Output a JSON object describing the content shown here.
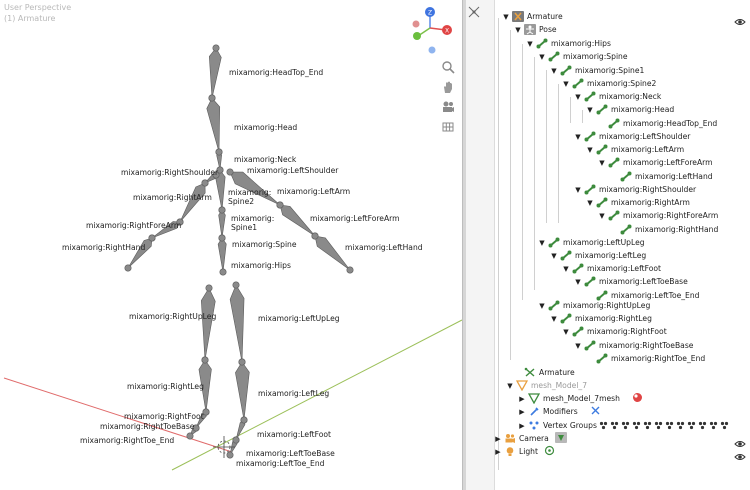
{
  "viewport": {
    "title_line1": "User Perspective",
    "title_line2": "(1) Armature",
    "tools": [
      "zoom-icon",
      "hand-icon",
      "camera-icon",
      "grid-icon"
    ],
    "bone_labels": [
      {
        "id": "headtop",
        "text": "mixamorig:HeadTop_End"
      },
      {
        "id": "head",
        "text": "mixamorig:Head"
      },
      {
        "id": "neck",
        "text": "mixamorig:Neck"
      },
      {
        "id": "lshoulder",
        "text": "mixamorig:LeftShoulder"
      },
      {
        "id": "rshoulder",
        "text": "mixamorig:RightShoulder"
      },
      {
        "id": "spine2",
        "text": "mixamorig:\nSpine2"
      },
      {
        "id": "larm",
        "text": "mixamorig:LeftArm"
      },
      {
        "id": "rarm",
        "text": "mixamorig:RightArm"
      },
      {
        "id": "spine1",
        "text": "mixamorig:\nSpine1"
      },
      {
        "id": "lforearm",
        "text": "mixamorig:LeftForeArm"
      },
      {
        "id": "rforearm",
        "text": "mixamorig:RightForeArm"
      },
      {
        "id": "spine",
        "text": "mixamorig:Spine"
      },
      {
        "id": "lhand",
        "text": "mixamorig:LeftHand"
      },
      {
        "id": "rhand",
        "text": "mixamorig:RightHand"
      },
      {
        "id": "hips",
        "text": "mixamorig:Hips"
      },
      {
        "id": "rupleg",
        "text": "mixamorig:RightUpLeg"
      },
      {
        "id": "lupleg",
        "text": "mixamorig:LeftUpLeg"
      },
      {
        "id": "rleg",
        "text": "mixamorig:RightLeg"
      },
      {
        "id": "lleg",
        "text": "mixamorig:LeftLeg"
      },
      {
        "id": "rfoot",
        "text": "mixamorig:RightFoot"
      },
      {
        "id": "rtoebase",
        "text": "mixamorig:RightToeBase"
      },
      {
        "id": "lfoot",
        "text": "mixamorig:LeftFoot"
      },
      {
        "id": "rtoeend",
        "text": "mixamorig:RightToe_End"
      },
      {
        "id": "ltoebase",
        "text": "mixamorig:LeftToeBase"
      },
      {
        "id": "ltoeend",
        "text": "mixamorig:LeftToe_End"
      }
    ],
    "colors": {
      "bone": "#8a8a8a",
      "bone_edge": "#5a5a5a",
      "x_axis": "#e06b6b",
      "y_axis": "#9cc05a"
    }
  },
  "outliner": {
    "rows": [
      {
        "id": "armature",
        "label": "Armature",
        "arrow": "▼",
        "icon": "armature-object-icon"
      },
      {
        "id": "pose",
        "label": "Pose",
        "arrow": "▼",
        "icon": "pose-icon"
      },
      {
        "id": "hips",
        "label": "mixamorig:Hips",
        "arrow": "▼",
        "icon": "bone-icon"
      },
      {
        "id": "spine",
        "label": "mixamorig:Spine",
        "arrow": "▼",
        "icon": "bone-icon"
      },
      {
        "id": "spine1",
        "label": "mixamorig:Spine1",
        "arrow": "▼",
        "icon": "bone-icon"
      },
      {
        "id": "spine2",
        "label": "mixamorig:Spine2",
        "arrow": "▼",
        "icon": "bone-icon"
      },
      {
        "id": "neck",
        "label": "mixamorig:Neck",
        "arrow": "▼",
        "icon": "bone-icon"
      },
      {
        "id": "head",
        "label": "mixamorig:Head",
        "arrow": "▼",
        "icon": "bone-icon"
      },
      {
        "id": "headtop",
        "label": "mixamorig:HeadTop_End",
        "arrow": "",
        "icon": "bone-icon"
      },
      {
        "id": "lshoulder",
        "label": "mixamorig:LeftShoulder",
        "arrow": "▼",
        "icon": "bone-icon"
      },
      {
        "id": "larm",
        "label": "mixamorig:LeftArm",
        "arrow": "▼",
        "icon": "bone-icon"
      },
      {
        "id": "lforearm",
        "label": "mixamorig:LeftForeArm",
        "arrow": "▼",
        "icon": "bone-icon"
      },
      {
        "id": "lhand",
        "label": "mixamorig:LeftHand",
        "arrow": "",
        "icon": "bone-icon"
      },
      {
        "id": "rshoulder",
        "label": "mixamorig:RightShoulder",
        "arrow": "▼",
        "icon": "bone-icon"
      },
      {
        "id": "rarm",
        "label": "mixamorig:RightArm",
        "arrow": "▼",
        "icon": "bone-icon"
      },
      {
        "id": "rforearm",
        "label": "mixamorig:RightForeArm",
        "arrow": "▼",
        "icon": "bone-icon"
      },
      {
        "id": "rhand",
        "label": "mixamorig:RightHand",
        "arrow": "",
        "icon": "bone-icon"
      },
      {
        "id": "lupleg",
        "label": "mixamorig:LeftUpLeg",
        "arrow": "▼",
        "icon": "bone-icon"
      },
      {
        "id": "lleg",
        "label": "mixamorig:LeftLeg",
        "arrow": "▼",
        "icon": "bone-icon"
      },
      {
        "id": "lfoot",
        "label": "mixamorig:LeftFoot",
        "arrow": "▼",
        "icon": "bone-icon"
      },
      {
        "id": "ltoebase",
        "label": "mixamorig:LeftToeBase",
        "arrow": "▼",
        "icon": "bone-icon"
      },
      {
        "id": "ltoeend",
        "label": "mixamorig:LeftToe_End",
        "arrow": "",
        "icon": "bone-icon"
      },
      {
        "id": "rupleg",
        "label": "mixamorig:RightUpLeg",
        "arrow": "▼",
        "icon": "bone-icon"
      },
      {
        "id": "rleg",
        "label": "mixamorig:RightLeg",
        "arrow": "▼",
        "icon": "bone-icon"
      },
      {
        "id": "rfoot",
        "label": "mixamorig:RightFoot",
        "arrow": "▼",
        "icon": "bone-icon"
      },
      {
        "id": "rtoebase",
        "label": "mixamorig:RightToeBase",
        "arrow": "▼",
        "icon": "bone-icon"
      },
      {
        "id": "rtoeend",
        "label": "mixamorig:RightToe_End",
        "arrow": "",
        "icon": "bone-icon"
      },
      {
        "id": "armature-data",
        "label": "Armature",
        "arrow": "",
        "icon": "armature-data-icon"
      },
      {
        "id": "mesh",
        "label": "mesh_Model_7",
        "arrow": "▼",
        "icon": "mesh-object-icon",
        "dim": true
      },
      {
        "id": "mesh-data",
        "label": "mesh_Model_7mesh",
        "arrow": "▶",
        "icon": "mesh-data-icon"
      },
      {
        "id": "modifiers",
        "label": "Modifiers",
        "arrow": "▶",
        "icon": "modifier-icon"
      },
      {
        "id": "vertex-groups",
        "label": "Vertex Groups",
        "arrow": "▶",
        "icon": "vertex-groups-icon"
      },
      {
        "id": "camera",
        "label": "Camera",
        "arrow": "▶",
        "icon": "camera-object-icon"
      },
      {
        "id": "light",
        "label": "Light",
        "arrow": "▶",
        "icon": "light-object-icon"
      }
    ]
  }
}
